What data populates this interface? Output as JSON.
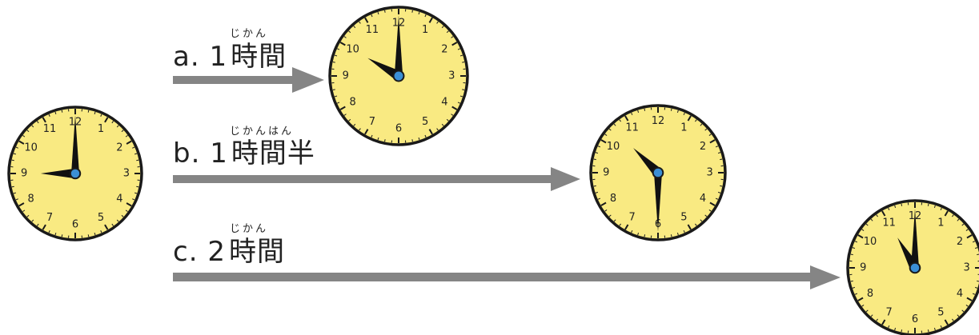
{
  "colors": {
    "clock_face": "#f9ea82",
    "clock_rim": "#1a1a1a",
    "hand": "#111111",
    "center_dot": "#3b8fd6",
    "arrow": "#858585",
    "text": "#222222"
  },
  "start_clock": {
    "numbers": [
      "12",
      "1",
      "2",
      "3",
      "4",
      "5",
      "6",
      "7",
      "8",
      "9",
      "10",
      "11"
    ],
    "time": "9:00"
  },
  "options": [
    {
      "letter": "a.",
      "amount": "1",
      "word": "時間",
      "furigana": "じかん",
      "clock": {
        "numbers": [
          "12",
          "1",
          "2",
          "3",
          "4",
          "5",
          "6",
          "7",
          "8",
          "9",
          "10",
          "11"
        ],
        "time": "10:00"
      }
    },
    {
      "letter": "b.",
      "amount": "1",
      "word": "時間半",
      "furigana": "じかんはん",
      "clock": {
        "numbers": [
          "12",
          "1",
          "2",
          "3",
          "4",
          "5",
          "6",
          "7",
          "8",
          "9",
          "10",
          "11"
        ],
        "time": "10:30"
      }
    },
    {
      "letter": "c.",
      "amount": "2",
      "word": "時間",
      "furigana": "じかん",
      "clock": {
        "numbers": [
          "12",
          "1",
          "2",
          "3",
          "4",
          "5",
          "6",
          "7",
          "8",
          "9",
          "10",
          "11"
        ],
        "time": "11:00"
      }
    }
  ]
}
